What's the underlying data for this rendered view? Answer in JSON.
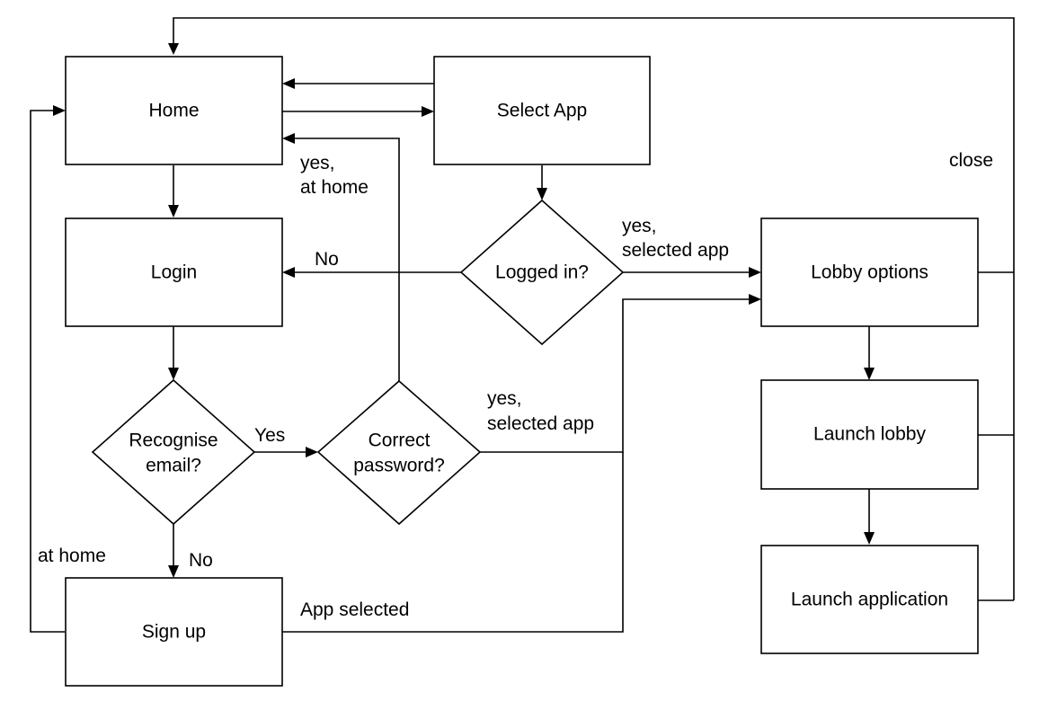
{
  "nodes": {
    "home": "Home",
    "select_app": "Select App",
    "login": "Login",
    "logged_in": "Logged in?",
    "lobby_options": "Lobby options",
    "recognise_email": [
      "Recognise",
      "email?"
    ],
    "correct_password": [
      "Correct",
      "password?"
    ],
    "launch_lobby": "Launch lobby",
    "launch_application": "Launch application",
    "sign_up": "Sign up"
  },
  "edge_labels": {
    "yes_at_home": [
      "yes,",
      "at home"
    ],
    "no_login": "No",
    "yes_selected_app_top": [
      "yes,",
      "selected app"
    ],
    "yes_selected_app_mid": [
      "yes,",
      "selected app"
    ],
    "yes_recognised": "Yes",
    "no_signup": "No",
    "at_home": "at home",
    "app_selected": "App selected",
    "close": "close"
  },
  "colors": {
    "stroke": "#000000",
    "background": "#ffffff"
  }
}
